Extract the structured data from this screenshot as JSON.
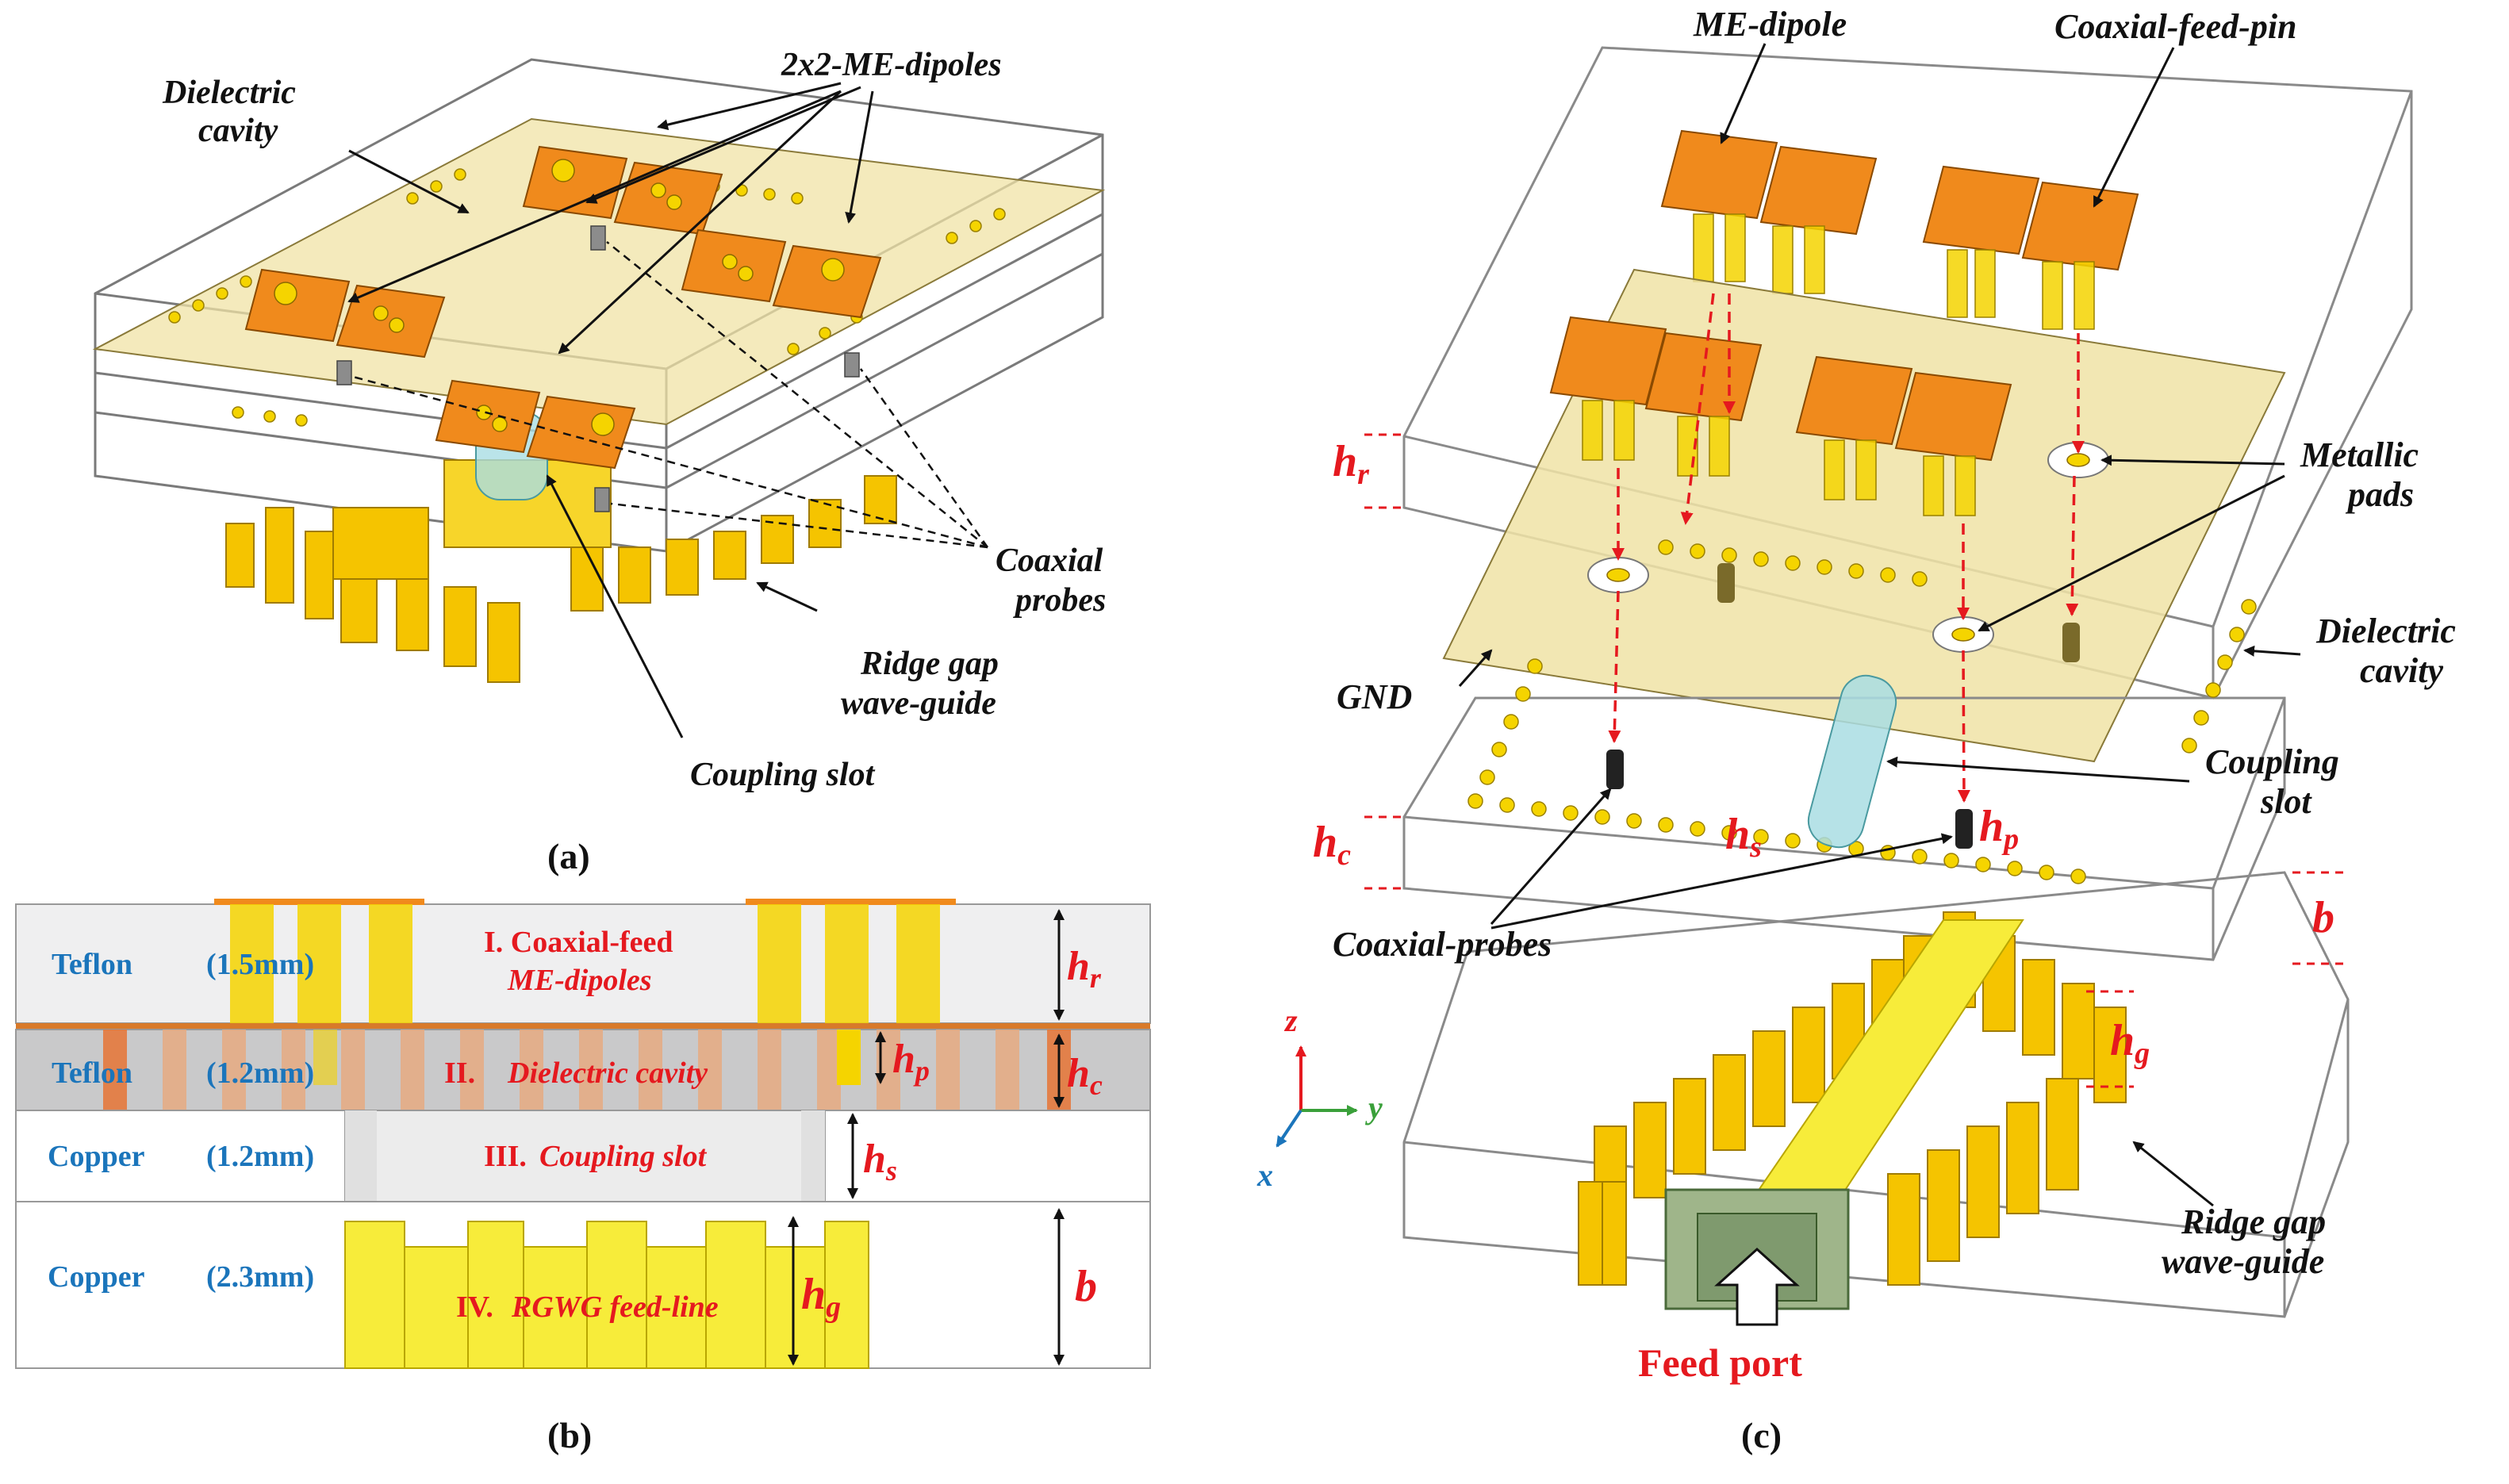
{
  "colors": {
    "accent_red": "#e5191f",
    "label_blue": "#1b75bb",
    "copper_yellow": "#f5d400",
    "patch_orange": "#f08a1c",
    "substrate_tan": "#f0e3a6",
    "slot_cyan": "#a9dde3"
  },
  "panel_a": {
    "caption": "(a)",
    "labels": {
      "dielectric_cavity_1": "Dielectric",
      "dielectric_cavity_2": "cavity",
      "dipoles": "2x2-ME-dipoles",
      "coaxial_probes_1": "Coaxial",
      "coaxial_probes_2": "probes",
      "ridge_gap_1": "Ridge gap",
      "ridge_gap_2": "wave-guide",
      "coupling_slot": "Coupling slot"
    }
  },
  "panel_b": {
    "caption": "(b)",
    "layers": [
      {
        "material": "Teflon",
        "thickness": "(1.5mm)",
        "title": "I. Coaxial-feed",
        "title2": "ME-dipoles",
        "dim": "h",
        "sub": "r"
      },
      {
        "material": "Teflon",
        "thickness": "(1.2mm)",
        "title": "II.",
        "title2": "Dielectric cavity",
        "dim": "h",
        "sub": "c"
      },
      {
        "material": "Copper",
        "thickness": "(1.2mm)",
        "title": "III.",
        "title2": "Coupling slot",
        "dim": "h",
        "sub": "s"
      },
      {
        "material": "Copper",
        "thickness": "(2.3mm)",
        "title": "IV.",
        "title2": "RGWG feed-line",
        "dim": "b",
        "sub": ""
      }
    ],
    "extra_dims": {
      "hp": "h",
      "hp_sub": "p",
      "hg": "h",
      "hg_sub": "g"
    }
  },
  "panel_c": {
    "caption": "(c)",
    "labels": {
      "me_dipole": "ME-dipole",
      "coaxial_feed_pin": "Coaxial-feed-pin",
      "metallic_pads_1": "Metallic",
      "metallic_pads_2": "pads",
      "dielectric_cavity_1": "Dielectric",
      "dielectric_cavity_2": "cavity",
      "gnd": "GND",
      "coupling_slot_1": "Coupling",
      "coupling_slot_2": "slot",
      "coaxial_probes": "Coaxial-probes",
      "ridge_gap_1": "Ridge gap",
      "ridge_gap_2": "wave-guide",
      "feed_port": "Feed port"
    },
    "dims": {
      "hr": "h",
      "hr_sub": "r",
      "hc": "h",
      "hc_sub": "c",
      "hs": "h",
      "hs_sub": "s",
      "hp": "h",
      "hp_sub": "p",
      "b": "b",
      "hg": "h",
      "hg_sub": "g"
    },
    "axes": {
      "z": "z",
      "y": "y",
      "x": "x"
    }
  }
}
